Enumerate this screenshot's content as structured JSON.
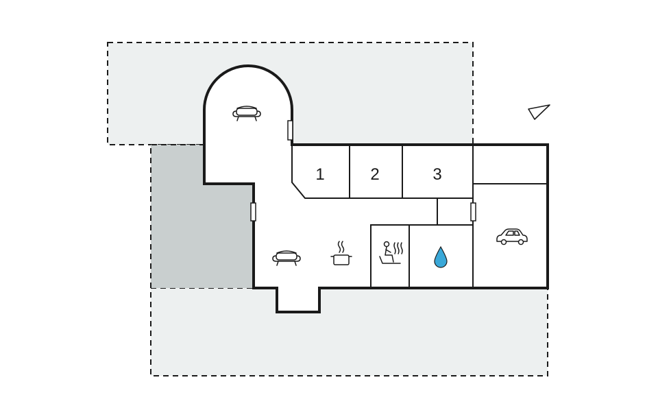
{
  "floorplan": {
    "rooms": [
      {
        "label": "1"
      },
      {
        "label": "2"
      },
      {
        "label": "3"
      }
    ],
    "icons": {
      "upper_living": "sofa-icon",
      "lower_living": "sofa-icon",
      "kitchen": "cooking-pot-icon",
      "sauna": "sauna-icon",
      "bathroom": "water-drop-icon",
      "garage": "car-icon",
      "north": "north-arrow-icon"
    },
    "colors": {
      "wall": "#1a1a1a",
      "terrace": "#edf0f0",
      "covered_terrace": "#c9cfcf",
      "water": "#3aa8d8"
    }
  }
}
